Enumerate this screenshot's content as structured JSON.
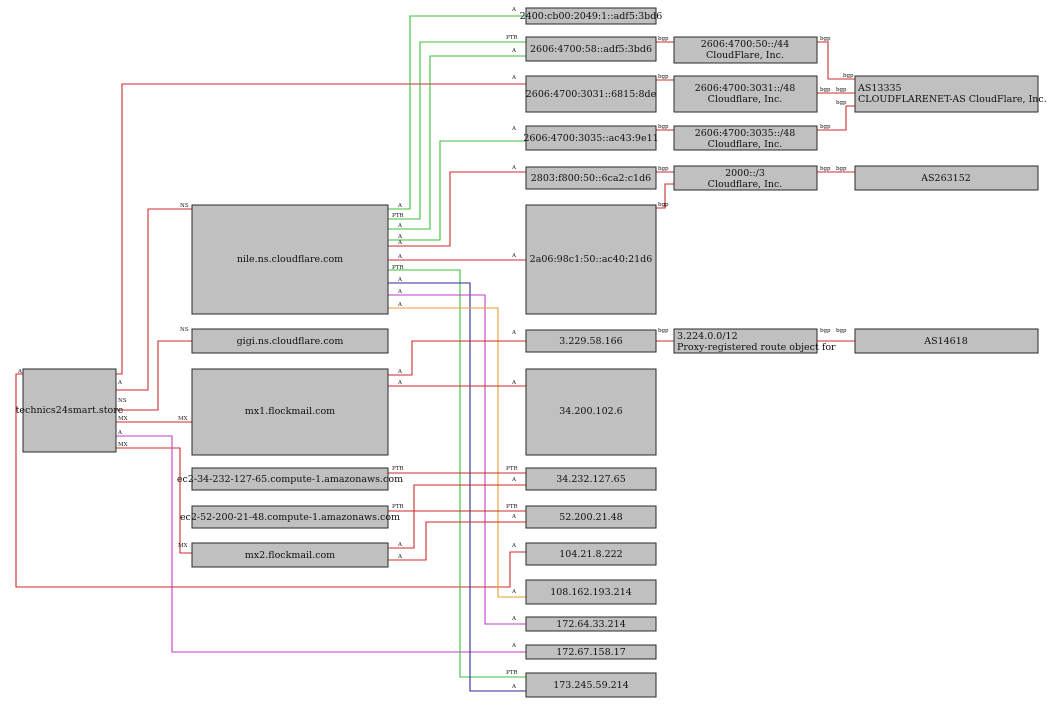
{
  "colors": {
    "red": "#cc2a2a",
    "green": "#3cbf3c",
    "magenta": "#c23ec2",
    "navy": "#2c2c9a",
    "orange": "#e0a030"
  },
  "nodes": {
    "root": "technics24smart.store",
    "nile": "nile.ns.cloudflare.com",
    "gigi": "gigi.ns.cloudflare.com",
    "mx1": "mx1.flockmail.com",
    "ec2a": "ec2-34-232-127-65.compute-1.amazonaws.com",
    "ec2b": "ec2-52-200-21-48.compute-1.amazonaws.com",
    "mx2": "mx2.flockmail.com",
    "ip1": "2400:cb00:2049:1::adf5:3bd6",
    "ip2": "2606:4700:58::adf5:3bd6",
    "ip3": "2606:4700:3031::6815:8de",
    "ip4": "2606:4700:3035::ac43:9e11",
    "ip5": "2803:f800:50::6ca2:c1d6",
    "ip6": "2a06:98c1:50::ac40:21d6",
    "ip7": "3.229.58.166",
    "ip8": "34.200.102.6",
    "ip9": "34.232.127.65",
    "ip10": "52.200.21.48",
    "ip11": "104.21.8.222",
    "ip12": "108.162.193.214",
    "ip13": "172.64.33.214",
    "ip14": "172.67.158.17",
    "ip15": "173.245.59.214",
    "net1": [
      "2606:4700:50::/44",
      "CloudFlare, Inc."
    ],
    "net2": [
      "2606:4700:3031::/48",
      "Cloudflare, Inc."
    ],
    "net3": [
      "2606:4700:3035::/48",
      "Cloudflare, Inc."
    ],
    "net4": [
      "2000::/3",
      "Cloudflare, Inc."
    ],
    "net5": [
      "3.224.0.0/12",
      "Proxy-registered route object for"
    ],
    "as1": [
      "AS13335",
      "CLOUDFLARENET-AS CloudFlare, Inc."
    ],
    "as2": "AS263152",
    "as3": "AS14618"
  },
  "edge_labels": {
    "a": "A",
    "ptr": "PTR",
    "ns": "NS",
    "mx": "MX",
    "bgp": "bgp"
  }
}
